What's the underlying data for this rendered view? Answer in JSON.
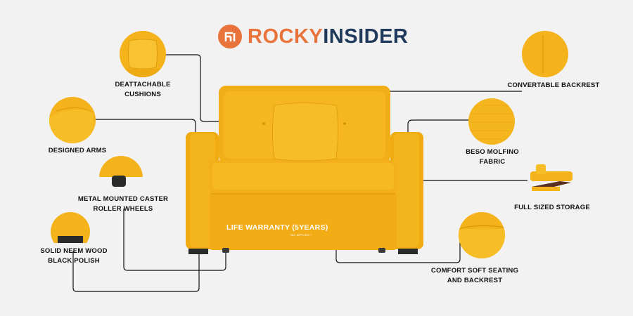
{
  "brand": {
    "name_part1": "ROCKY",
    "name_part2": "INSIDER",
    "accent_color": "#e8743b",
    "dark_color": "#1f3a5a"
  },
  "product_color": "#f5b41c",
  "warranty": {
    "text": "LIFE WARRANTY (5YEARS)",
    "note": "T&C APPLIED *"
  },
  "features": {
    "cushions": "DEATTACHABLE\nCUSHIONS",
    "arms": "DESIGNED ARMS",
    "wheels": "METAL MOUNTED CASTER\nROLLER WHEELS",
    "legs": "SOLID NEEM WOOD\nBLACK POLISH",
    "backrest": "CONVERTABLE BACKREST",
    "fabric": "BESO MOLFINO\nFABRIC",
    "storage": "FULL SIZED STORAGE",
    "seating": "COMFORT SOFT SEATING\nAND BACKREST"
  }
}
